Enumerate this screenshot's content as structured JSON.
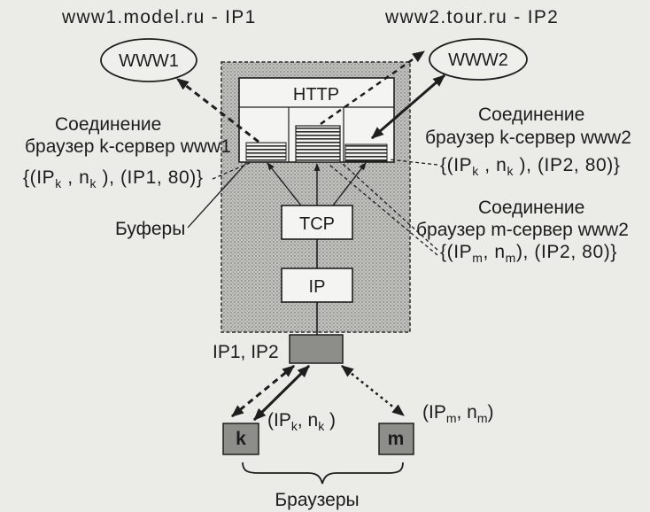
{
  "colors": {
    "background": "#ebebe7",
    "server_fill": "#c3c3bf",
    "node_fill": "#8d8d8a"
  },
  "hosts": {
    "www1_caption": "www1.model.ru - IP1",
    "www2_caption": "www2.tour.ru - IP2",
    "www1_label": "WWW1",
    "www2_label": "WWW2"
  },
  "server": {
    "http_label": "HTTP",
    "tcp_label": "TCP",
    "ip_label": "IP",
    "interface_label": "IP1, IP2",
    "buffers_label": "Буферы"
  },
  "connections": {
    "k_www1": {
      "title": "Соединение",
      "description": "браузер k-сервер www1",
      "socket_pair": [
        "{(IP",
        "k",
        " , n",
        "k",
        " ), (IP1, 80)}"
      ]
    },
    "k_www2": {
      "title": "Соединение",
      "description": "браузер k-сервер www2",
      "socket_pair": [
        "{(IP",
        "k",
        " , n",
        "k",
        " ), (IP2, 80)}"
      ]
    },
    "m_www2": {
      "title": "Соединение",
      "description": "браузер m-сервер www2",
      "socket_pair": [
        "{(IP",
        "m",
        ", n",
        "m",
        "), (IP2, 80)}"
      ]
    }
  },
  "browsers": {
    "k_label": "k",
    "m_label": "m",
    "k_socket": [
      "(IP",
      "k",
      ", n",
      "k",
      " )"
    ],
    "m_socket": [
      "(IP",
      "m",
      ", n",
      "m",
      ")"
    ],
    "group_label": "Браузеры"
  }
}
